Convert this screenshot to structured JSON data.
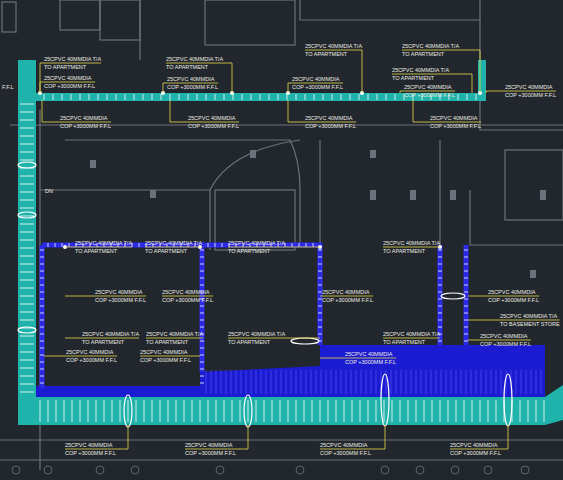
{
  "diagram": {
    "labels": [
      "25CPVC 40MMDIA T/A",
      "TO APARTMENT",
      "25CPVC 40MMDIA",
      "COP +3000MM F.F.L",
      "25CPVC 40MMDIA",
      "COP +3000MM F.F.L",
      "25CPVC 40MMDIA T/A",
      "TO APARTMENT",
      "25CPVC 40MMDIA",
      "COP +3000MM F.F.L",
      "25CPVC 40MMDIA",
      "COP +3000MM F.F.L",
      "25CPVC 40MMDIA T/A",
      "TO APARTMENT",
      "25CPVC 40MMDIA",
      "COP +3000MM F.F.L",
      "25CPVC 40MMDIA",
      "COP +3000MM F.F.L",
      "25CPVC 40MMDIA T/A",
      "TO APARTMENT",
      "25CPVC 40MMDIA T/A",
      "TO APARTMENT",
      "25CPVC 40MMDIA",
      "COP +3000MM F.F.L",
      "25CPVC 40MMDIA",
      "COP +3000MM F.F.L",
      "25CPVC 40MMDIA",
      "COP +3000MM F.F.L",
      "25CPVC 40MMDIA T/A",
      "TO APARTMENT",
      "25CPVC 40MMDIA T/A",
      "TO APARTMENT",
      "25CPVC 40MMDIA T/A",
      "TO APARTMENT",
      "25CPVC 40MMDIA T/A",
      "TO APARTMENT",
      "25CPVC 40MMDIA",
      "COP +3000MM F.F.L",
      "25CPVC 40MMDIA",
      "COP +3000MM F.F.L",
      "25CPVC 40MMDIA",
      "COP +3000MM F.F.L",
      "25CPVC 40MMDIA",
      "COP +3000MM F.F.L",
      "25CPVC 40MMDIA T/A",
      "TO BASEMENT STORE",
      "25CPVC 40MMDIA T/A",
      "TO APARTMENT",
      "25CPVC 40MMDIA T/A",
      "TO APARTMENT",
      "25CPVC 40MMDIA T/A",
      "TO APARTMENT",
      "25CPVC 40MMDIA T/A",
      "TO APARTMENT",
      "25CPVC 40MMDIA",
      "COP +3000MM F.F.L",
      "25CPVC 40MMDIA",
      "COP +3000MM F.F.L",
      "25CPVC 40MMDIA",
      "COP +3000MM F.F.L",
      "25CPVC 40MMDIA",
      "COP +3000MM F.F.L",
      "25CPVC 40MMDIA",
      "COP +3000MM F.F.L",
      "25CPVC 40MMDIA",
      "COP +3000MM F.F.L",
      "25CPVC 40MMDIA",
      "COP +3000MM F.F.L",
      "25CPVC 40MMDIA",
      "COP +3000MM F.F.L",
      "F.F.L",
      "DN"
    ]
  }
}
